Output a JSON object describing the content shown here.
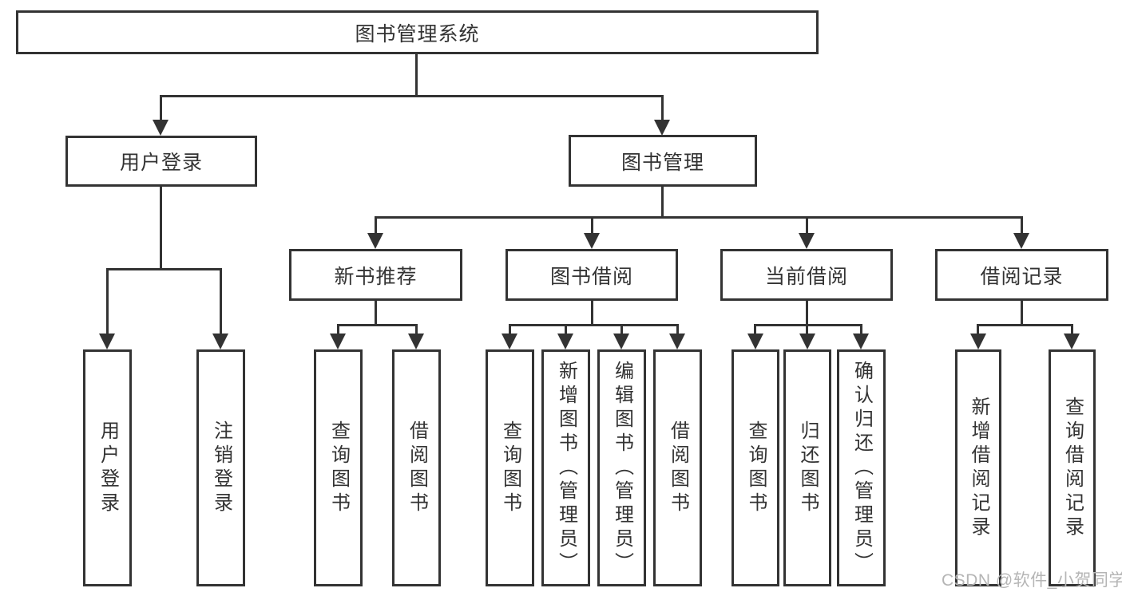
{
  "colors": {
    "line": "#333333",
    "text": "#333333",
    "box_bg": "#ffffff",
    "watermark": "#b5b5b5"
  },
  "root": {
    "label": "图书管理系统"
  },
  "user_login": {
    "label": "用户登录",
    "children": [
      {
        "label": "用户登录"
      },
      {
        "label": "注销登录"
      }
    ]
  },
  "book_mgmt": {
    "label": "图书管理",
    "sections": [
      {
        "label": "新书推荐",
        "children": [
          {
            "label": "查询图书"
          },
          {
            "label": "借阅图书"
          }
        ]
      },
      {
        "label": "图书借阅",
        "children": [
          {
            "label": "查询图书"
          },
          {
            "label": "新增图书（管理员）"
          },
          {
            "label": "编辑图书（管理员）"
          },
          {
            "label": "借阅图书"
          }
        ]
      },
      {
        "label": "当前借阅",
        "children": [
          {
            "label": "查询图书"
          },
          {
            "label": "归还图书"
          },
          {
            "label": "确认归还（管理员）"
          }
        ]
      },
      {
        "label": "借阅记录",
        "children": [
          {
            "label": "新增借阅记录"
          },
          {
            "label": "查询借阅记录"
          }
        ]
      }
    ]
  },
  "watermark": {
    "text": "CSDN @软件_小贺同学"
  }
}
